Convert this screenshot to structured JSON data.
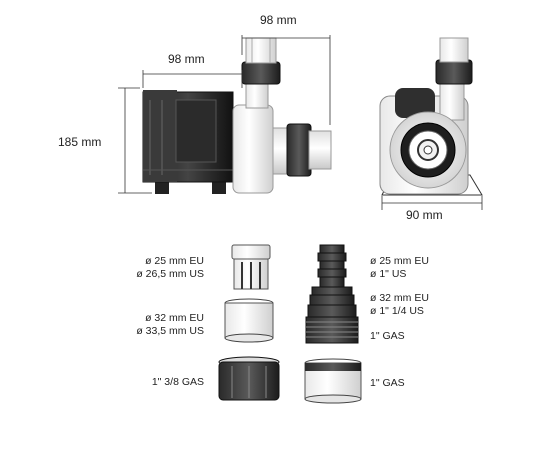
{
  "dimensions": {
    "top_width": "98 mm",
    "body_width": "98 mm",
    "height": "185 mm",
    "depth": "90 mm"
  },
  "fittings_left": {
    "cap_25_eu": "ø 25 mm EU",
    "cap_26_us": "ø 26,5 mm US",
    "sleeve_32_eu": "ø 32 mm EU",
    "sleeve_33_us": "ø 33,5 mm US",
    "nut_gas": "1\" 3/8 GAS"
  },
  "fittings_right": {
    "barb_25_eu": "ø 25 mm EU",
    "barb_1_us": "ø 1\" US",
    "barb_32_eu": "ø 32 mm EU",
    "barb_114_us": "ø 1\" 1/4 US",
    "thread_gas": "1\" GAS",
    "socket_gas": "1\" GAS"
  }
}
